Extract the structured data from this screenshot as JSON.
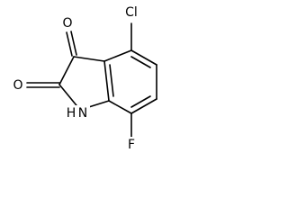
{
  "molecule": {
    "atoms": {
      "carbonyl_o_top": "O",
      "carbonyl_o_left": "O",
      "chlorine": "Cl",
      "fluorine": "F",
      "nitrogen_h": "H",
      "nitrogen": "N"
    }
  }
}
